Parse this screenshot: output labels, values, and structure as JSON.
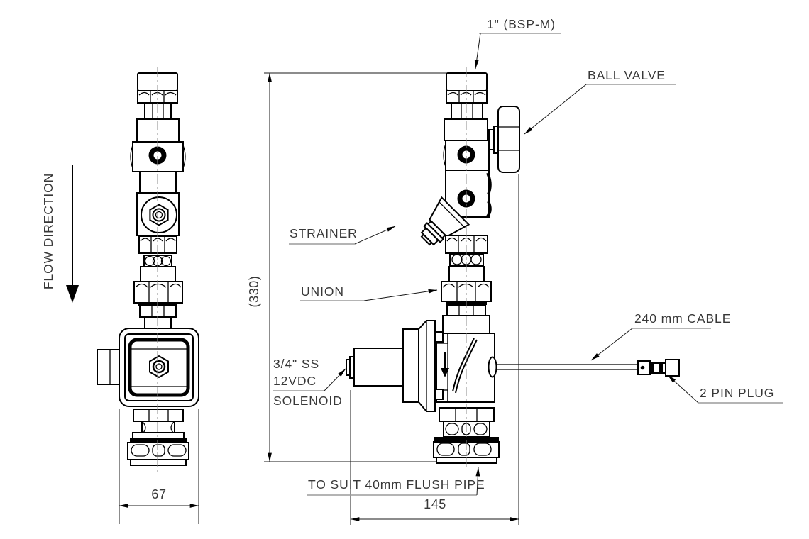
{
  "meta": {
    "background": "#ffffff",
    "line_color": "#000000",
    "text_color": "#383838",
    "underline_color": "#9b9b9b"
  },
  "front_view": {
    "flow_direction_label": "FLOW DIRECTION",
    "width_dimension": "67"
  },
  "side_view": {
    "height_dimension": "(330)",
    "width_dimension": "145"
  },
  "labels": {
    "inlet": "1\" (BSP-M)",
    "ball_valve": "BALL VALVE",
    "strainer": "STRAINER",
    "union": "UNION",
    "cable": "240 mm CABLE",
    "plug": "2 PIN PLUG",
    "solenoid_line1": "3/4\" SS",
    "solenoid_line2": "12VDC",
    "solenoid_line3": "SOLENOID",
    "flush_pipe": "TO SUIT 40mm FLUSH PIPE"
  }
}
